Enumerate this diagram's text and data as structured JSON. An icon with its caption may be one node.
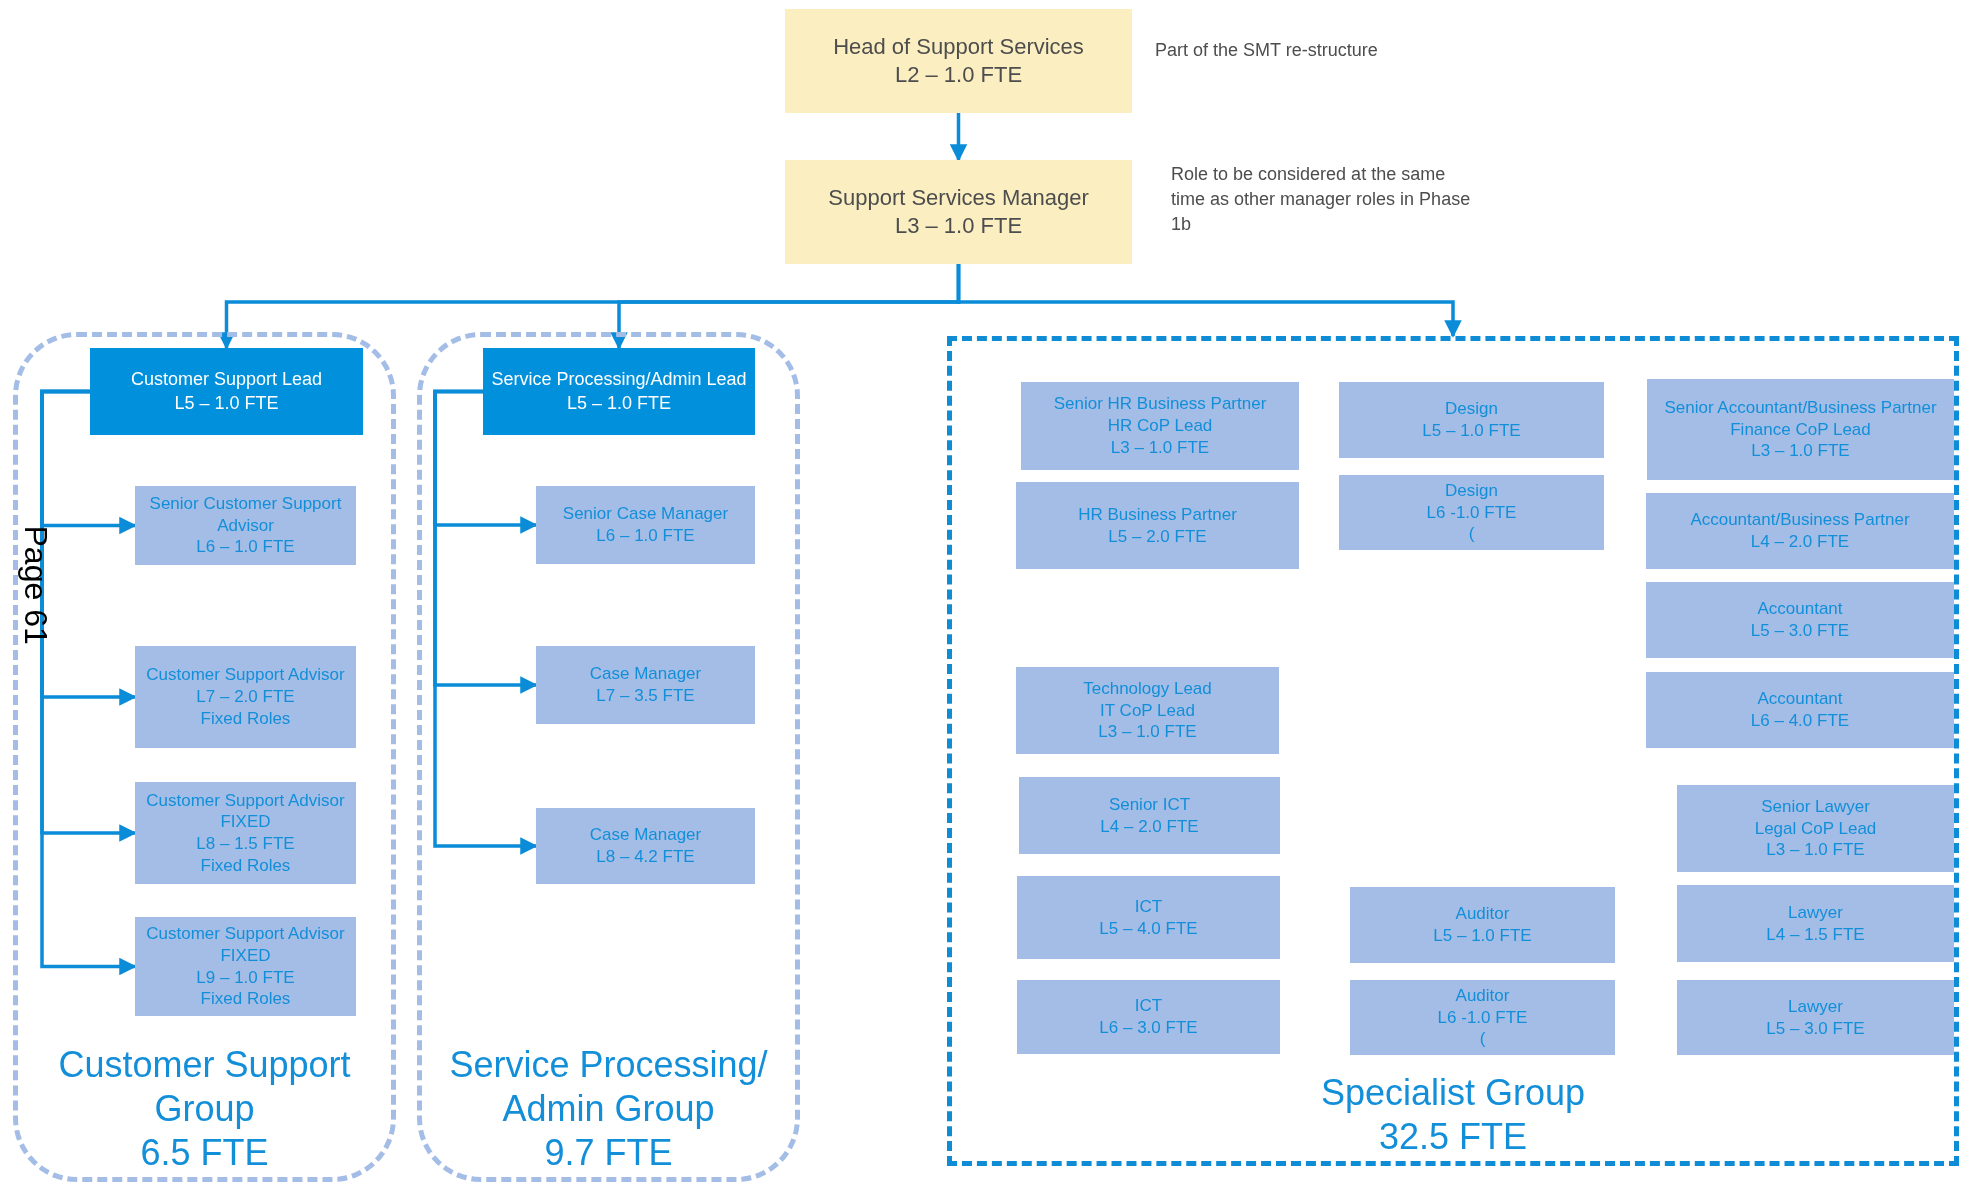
{
  "diagram": {
    "nodes": [
      {
        "text": [
          "Head of Support Services",
          "L2 – 1.0 FTE"
        ],
        "beside": [
          "Part of the SMT re-structure"
        ]
      },
      {
        "text": [
          "Support Services Manager",
          "L3 – 1.0 FTE"
        ],
        "beside": [
          "Role to be considered at the same time as other manager roles in Phase 1b"
        ]
      },
      {
        "text": [
          "Customer Support Group",
          "6.5 FTE"
        ]
      },
      {
        "text": [
          "Customer Support Lead",
          "L5 – 1.0 FTE"
        ],
        "in": 2
      },
      {
        "text": [
          "Senior Customer Support Advisor",
          "L6 – 1.0 FTE"
        ],
        "in": 2
      },
      {
        "text": [
          "Customer Support Advisor",
          "L7 – 2.0 FTE",
          "Fixed Roles"
        ],
        "in": 2
      },
      {
        "text": [
          "Customer Support Advisor FIXED",
          "L8 – 1.5 FTE",
          "Fixed Roles"
        ],
        "in": 2
      },
      {
        "text": [
          "Customer Support Advisor FIXED",
          "L9 – 1.0 FTE",
          "Fixed Roles"
        ],
        "in": 2
      },
      {
        "text": [
          "Service Processing/ Admin Group",
          "9.7 FTE"
        ]
      },
      {
        "text": [
          "Service Processing/Admin Lead",
          "L5 – 1.0 FTE"
        ],
        "in": 8
      },
      {
        "text": [
          "Senior Case Manager",
          "L6 – 1.0 FTE"
        ],
        "in": 8
      },
      {
        "text": [
          "Case Manager",
          "L7 – 3.5 FTE"
        ],
        "in": 8
      },
      {
        "text": [
          "Case Manager",
          "L8 – 4.2 FTE"
        ],
        "in": 8
      },
      {
        "text": [
          "Specialist Group",
          "32.5 FTE"
        ]
      },
      {
        "text": [
          "Senior HR Business Partner",
          "HR CoP Lead",
          "L3 – 1.0 FTE"
        ],
        "in": 13
      },
      {
        "text": [
          "HR Business Partner",
          "L5 – 2.0 FTE"
        ],
        "in": 13
      },
      {
        "text": [
          "Technology Lead",
          "IT CoP Lead",
          "L3 – 1.0 FTE"
        ],
        "in": 13
      },
      {
        "text": [
          "Senior ICT",
          "L4 – 2.0 FTE"
        ],
        "in": 13
      },
      {
        "text": [
          "ICT",
          "L5 – 4.0 FTE"
        ],
        "in": 13
      },
      {
        "text": [
          "ICT",
          "L6 – 3.0 FTE"
        ],
        "in": 13
      },
      {
        "text": [
          "Design",
          "L5 – 1.0 FTE"
        ],
        "in": 13
      },
      {
        "text": [
          "Design",
          "L6 -1.0 FTE",
          "("
        ],
        "in": 13
      },
      {
        "text": [
          "Auditor",
          "L5 – 1.0 FTE"
        ],
        "in": 13
      },
      {
        "text": [
          "Auditor",
          "L6 -1.0 FTE",
          "("
        ],
        "in": 13
      },
      {
        "text": [
          "Senior Accountant/Business Partner",
          "Finance CoP Lead",
          "L3 – 1.0 FTE"
        ],
        "in": 13
      },
      {
        "text": [
          "Accountant/Business Partner",
          "L4 – 2.0 FTE"
        ],
        "in": 13
      },
      {
        "text": [
          "Accountant",
          "L5 – 3.0 FTE"
        ],
        "in": 13
      },
      {
        "text": [
          "Accountant",
          "L6 – 4.0 FTE"
        ],
        "in": 13
      },
      {
        "text": [
          "Senior Lawyer",
          "Legal CoP Lead",
          "L3 – 1.0 FTE"
        ],
        "in": 13
      },
      {
        "text": [
          "Lawyer",
          "L4 – 1.5 FTE"
        ],
        "in": 13
      },
      {
        "text": [
          "Lawyer",
          "L5 – 3.0 FTE"
        ],
        "in": 13
      }
    ],
    "edges": [
      {
        "from": 0,
        "to": 1,
        "arrow": "to"
      },
      {
        "from": 1,
        "to": 3,
        "arrow": "to"
      },
      {
        "from": 1,
        "to": 9,
        "arrow": "to"
      },
      {
        "from": 1,
        "to": 13,
        "arrow": "to"
      },
      {
        "from": 3,
        "to": 4,
        "arrow": "to"
      },
      {
        "from": 3,
        "to": 5,
        "arrow": "to"
      },
      {
        "from": 3,
        "to": 6,
        "arrow": "to"
      },
      {
        "from": 3,
        "to": 7,
        "arrow": "to"
      },
      {
        "from": 9,
        "to": 10,
        "arrow": "to"
      },
      {
        "from": 9,
        "to": 11,
        "arrow": "to"
      },
      {
        "from": 9,
        "to": 12,
        "arrow": "to"
      }
    ],
    "labels": [
      "Page 61"
    ]
  }
}
